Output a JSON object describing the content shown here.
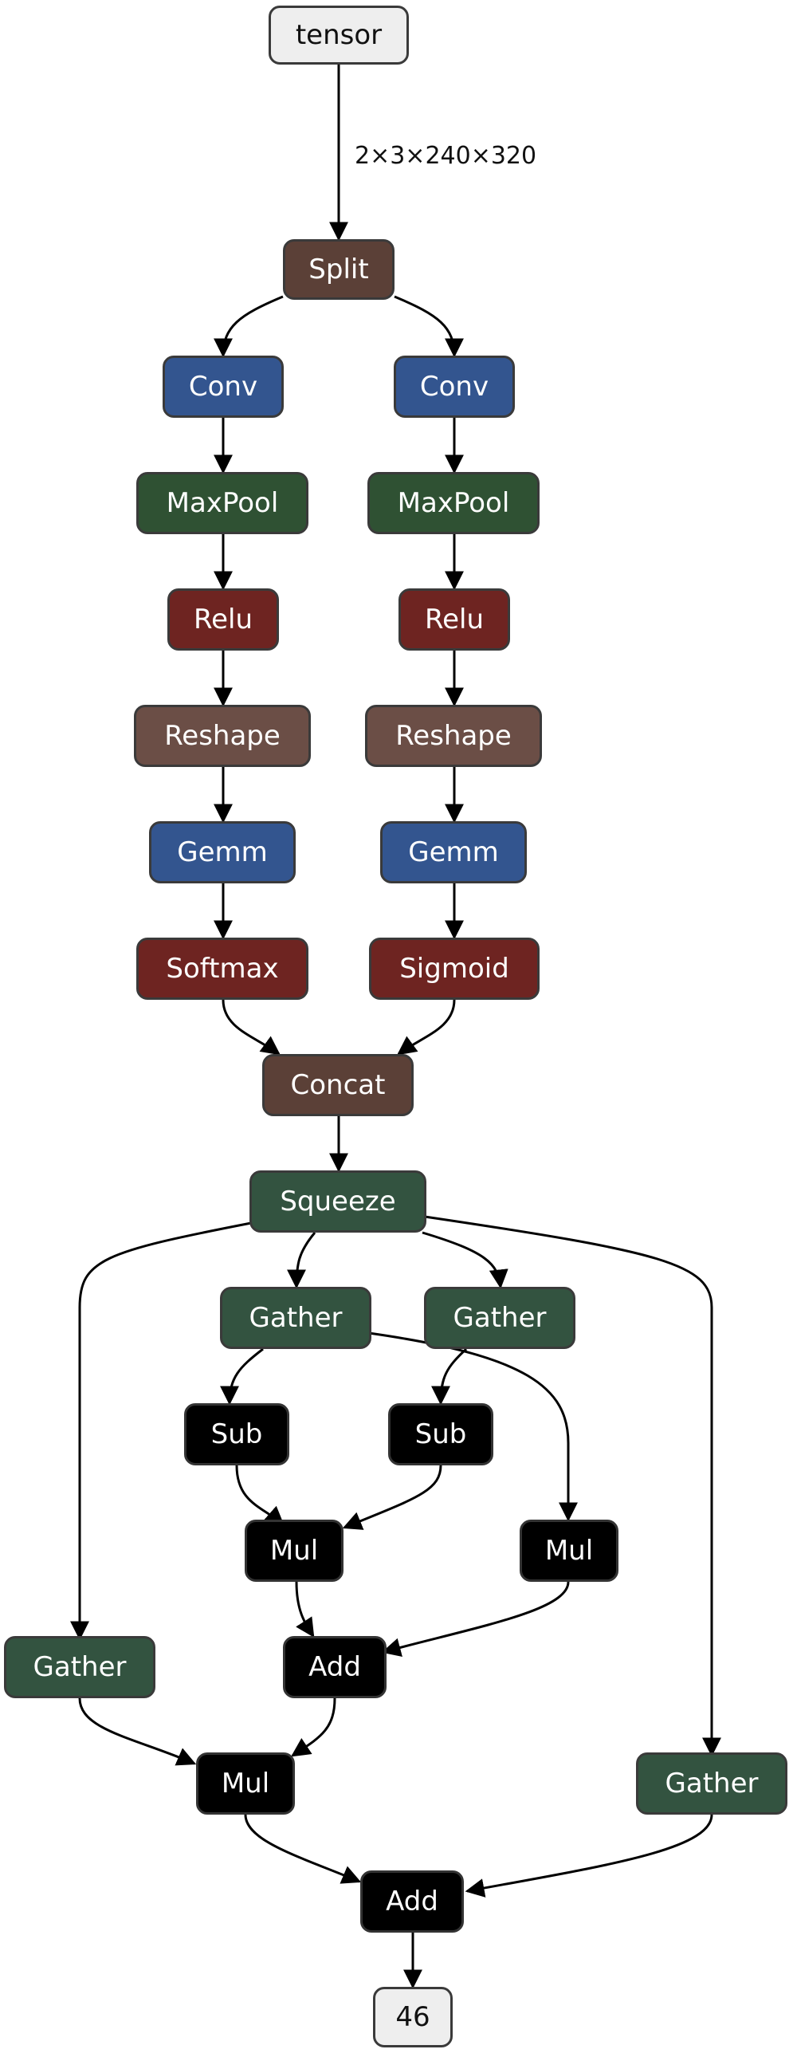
{
  "graph": {
    "input_shape": "2×3×240×320",
    "nodes": {
      "tensor": "tensor",
      "split": "Split",
      "conv_left": "Conv",
      "conv_right": "Conv",
      "maxpool_left": "MaxPool",
      "maxpool_right": "MaxPool",
      "relu_left": "Relu",
      "relu_right": "Relu",
      "reshape_left": "Reshape",
      "reshape_right": "Reshape",
      "gemm_left": "Gemm",
      "gemm_right": "Gemm",
      "softmax": "Softmax",
      "sigmoid": "Sigmoid",
      "concat": "Concat",
      "squeeze": "Squeeze",
      "gather_1": "Gather",
      "gather_2": "Gather",
      "sub_1": "Sub",
      "sub_2": "Sub",
      "mul_1": "Mul",
      "mul_2": "Mul",
      "gather_left": "Gather",
      "add_1": "Add",
      "mul_3": "Mul",
      "gather_right": "Gather",
      "add_2": "Add",
      "output": "46"
    }
  }
}
